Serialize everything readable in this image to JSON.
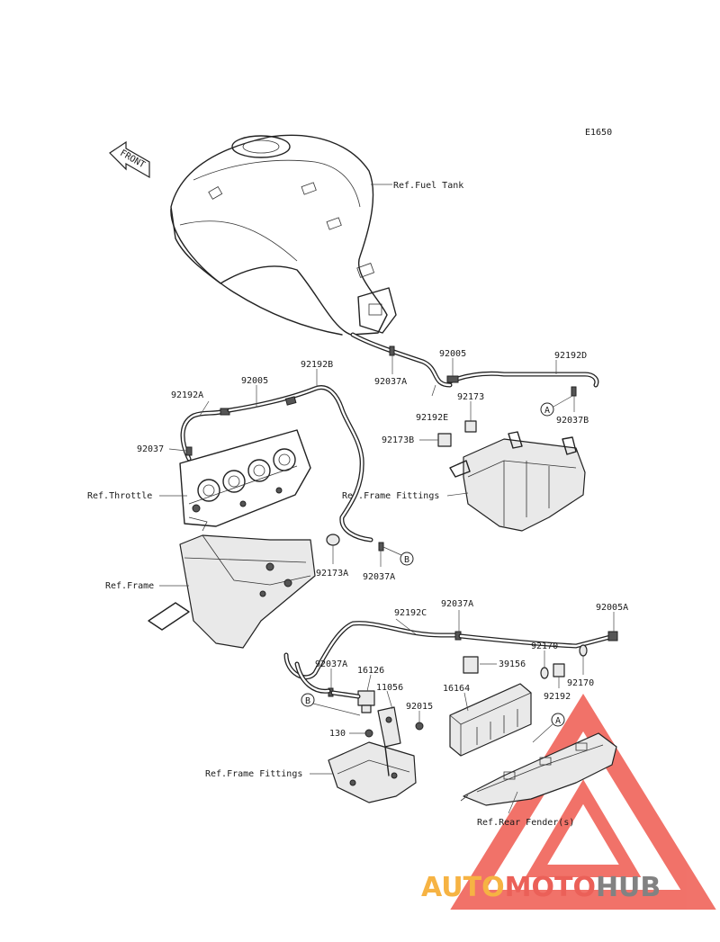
{
  "diagram_code": "E1650",
  "front_arrow": "FRONT",
  "labels": {
    "ref_fuel_tank": "Ref.Fuel Tank",
    "ref_throttle": "Ref.Throttle",
    "ref_frame": "Ref.Frame",
    "ref_frame_fittings_1": "Ref.Frame Fittings",
    "ref_frame_fittings_2": "Ref.Frame Fittings",
    "ref_rear_fenders": "Ref.Rear Fender(s)"
  },
  "part_numbers": {
    "p92192A": "92192A",
    "p92005_left": "92005",
    "p92192B": "92192B",
    "p92037": "92037",
    "p92037A_tank": "92037A",
    "p92005_right": "92005",
    "p92192D": "92192D",
    "p92192E": "92192E",
    "p92173": "92173",
    "p92173B": "92173B",
    "p92037B": "92037B",
    "p92173A": "92173A",
    "p92037A_mid": "92037A",
    "p92192C": "92192C",
    "p92037A_lower": "92037A",
    "p92005A": "92005A",
    "p92037A_valve": "92037A",
    "p16126": "16126",
    "p11056": "11056",
    "p92015": "92015",
    "p130": "130",
    "p39156": "39156",
    "p16164": "16164",
    "p92170_a": "92170",
    "p92170_b": "92170",
    "p92192": "92192"
  },
  "callouts": {
    "A_upper": "A",
    "A_lower": "A",
    "B_upper": "B",
    "B_lower": "B"
  },
  "watermark": {
    "part1": "AUTO",
    "part2": "MOTO",
    "part3": "HUB",
    "colors": {
      "orange": "#f5a623",
      "red": "#e8453c",
      "gray": "#6d6d6d",
      "triangle": "#ef5a50"
    }
  }
}
